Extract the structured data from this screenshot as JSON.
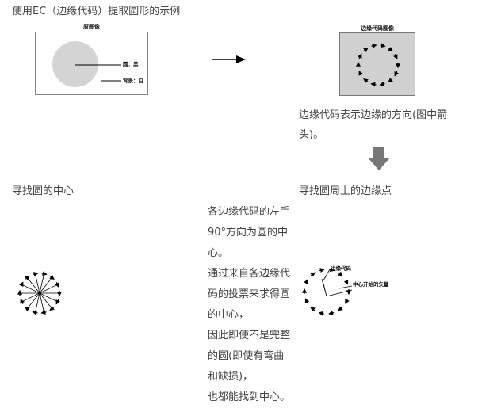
{
  "heading": "使用EC（边缘代码）提取圆形的示例",
  "original_panel": {
    "title": "原图像",
    "circle_label": "圆：黑",
    "background_label": "背景：白"
  },
  "edge_panel": {
    "title": "边缘代码图像"
  },
  "edge_caption": [
    "边缘代码表示边缘的方向(图中箭",
    "头)。"
  ],
  "find_center_label": "寻找圆的中心",
  "find_edge_label": "寻找圆周上的边缘点",
  "explanation_lines": [
    "各边缘代码的左手",
    "90°方向为圆的中",
    "心。",
    "通过来自各边缘代",
    "码的投票来求得圆",
    "的中心，",
    "因此即使不是完整",
    "的圆(即使有弯曲",
    "和缺损)，",
    "也都能找到中心。"
  ],
  "edge_points_diagram": {
    "edge_code_label": "边缘代码",
    "vector_label": "中心开始的矢量"
  },
  "colors": {
    "circle_fill": "#d4d4d4",
    "edge_panel_fill": "#d0d0d0",
    "text": "#444444",
    "down_arrow": "#777777"
  }
}
